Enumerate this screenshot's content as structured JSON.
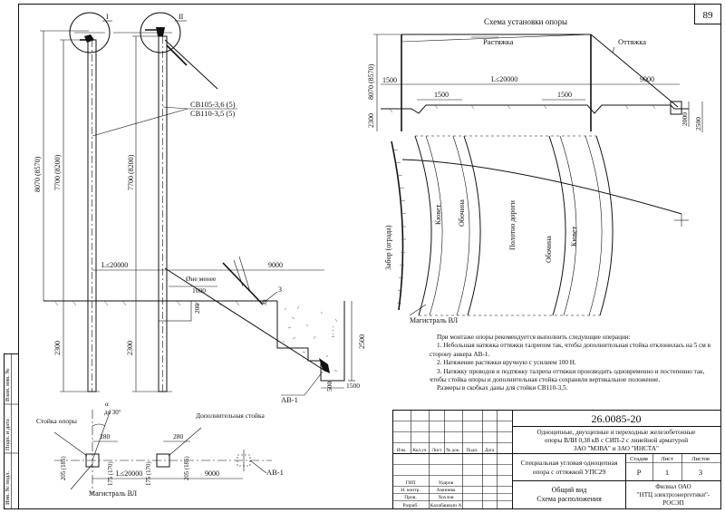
{
  "sheet_number": "89",
  "scheme": {
    "title": "Схема установки опоры",
    "rastyazhka": "Растяжка",
    "ottyazhka": "Оттяжка",
    "height": "8070 (8570)",
    "span": "L≤20000",
    "dim_1500_a": "1500",
    "dim_1500_b": "1500",
    "dim_1500_c": "1500",
    "dim_9000": "9000",
    "dim_2300": "2300",
    "dim_2000": "2000",
    "dim_2500": "2500"
  },
  "road": {
    "fence": "Забор (ограда)",
    "kuvet_left": "Кювет",
    "obochina_left": "Обочина",
    "polotno": "Полотно дороги",
    "obochina_right": "Обочина",
    "kuvet_right": "Кювет",
    "magistral": "Магистраль ВЛ"
  },
  "elevation": {
    "circle_i": "I",
    "circle_ii": "II",
    "pole_label_1": "СВ105-3,6 (5)",
    "pole_label_2": "СВ110-3,5 (5)",
    "dim_8070": "8070 (8570)",
    "dim_7700_a": "7700 (8200)",
    "dim_7700_b": "7700 (8200)",
    "span": "L≤20000",
    "dim_9000": "9000",
    "dia": "Øне менее",
    "dim_1000": "1000",
    "dim_200": "200",
    "dim_2300_a": "2300",
    "dim_2300_b": "2300",
    "dim_2500": "2500",
    "callout_3": "3",
    "dim_500": "500",
    "dim_1500": "1500",
    "ab1": "АВ-1"
  },
  "plan": {
    "angle": "до 30°",
    "alpha": "α",
    "stoyka": "Стойка опоры",
    "dop_stoyka": "Дополнительная стойка",
    "dim_280_a": "280",
    "dim_280_b": "280",
    "dim_205_a": "205 (185)",
    "dim_175_a": "175 (170)",
    "dim_175_b": "175 (170)",
    "dim_205_b": "205 (185)",
    "span": "L≤20000",
    "dim_9000": "9000",
    "ab1": "АВ-1",
    "magistral": "Магистраль ВЛ"
  },
  "notes": [
    "При монтаже опоры рекомендуется выполнить следующие операции:",
    "1. Небольшая натяжка оттяжки талрепом так, чтобы дополнительная стойка отклонилась на 5 см в сторону анкера АВ-1.",
    "2. Натяжение растяжки вручную с усилием 100 Н.",
    "3. Натяжку проводов и подтяжку талрепа оттяжки производить одновременно и постепенно так, чтобы стойка опоры и дополнительная стойка сохраняли вертикальное положение.",
    "Размеры в скобках даны для стойки СВ110-3,5."
  ],
  "stamp": {
    "code": "26.0085-20",
    "title_line1": "Одноцепные, двухцепные и переходные железобетонные",
    "title_line2": "опоры ВЛИ 0,38 кВ с СИП-2 с линейной арматурой",
    "title_line3": "ЗАО \"МЗВА\" и ЗАО \"ИНСТА\"",
    "cols": [
      "Изм.",
      "Кол.уч",
      "Лист",
      "№ док.",
      "Подп.",
      "Дата"
    ],
    "roles": [
      "ГИП",
      "Н. контр.",
      "Пров.",
      "Разраб."
    ],
    "names": [
      "Ударов",
      "Аминева",
      "Хохлов",
      "Калабашкин А"
    ],
    "item_line1": "Специальная угловая одноцепная",
    "item_line2": "опора с оттяжкой УПС29",
    "stage_head": "Стадия",
    "sheet_head": "Лист",
    "sheets_head": "Листов",
    "stage": "Р",
    "sheet": "1",
    "sheets": "3",
    "view_line1": "Общий вид",
    "view_line2": "Схема расположения",
    "org_line1": "Филиал ОАО",
    "org_line2": "\"НТЦ электроэнергетики\"-",
    "org_line3": "РОСЭП"
  },
  "side_labels": {
    "inv_orig": "Инв. № подл.",
    "sign_date": "Подп. и дата",
    "inv_dup": "Взам. инв. №"
  }
}
